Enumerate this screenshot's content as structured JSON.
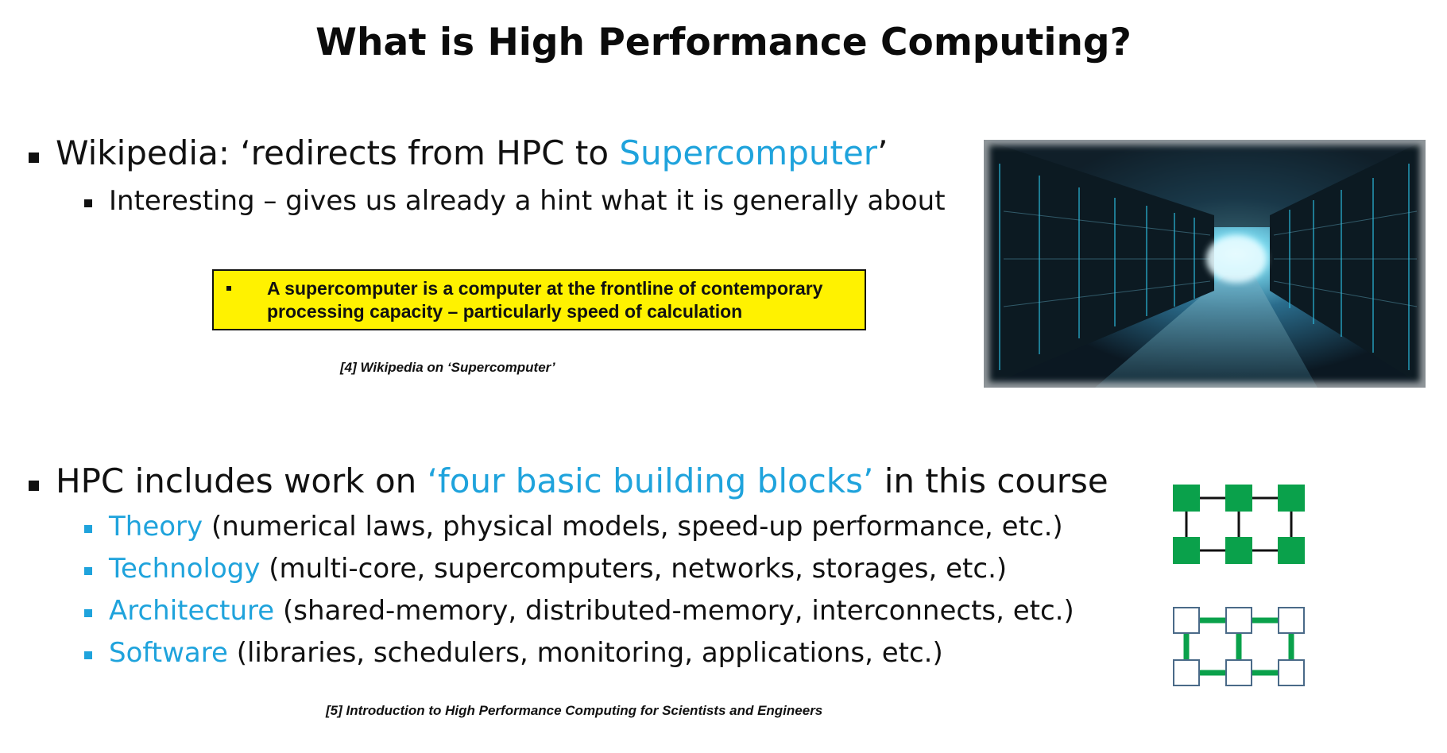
{
  "slide": {
    "title": "What is High Performance Computing?"
  },
  "bullet1": {
    "prefix": "Wikipedia: ‘redirects from HPC to ",
    "highlight": "Supercomputer",
    "suffix": "’",
    "sub": "Interesting – gives us already a hint what it is generally about"
  },
  "quote": {
    "text": "A supercomputer is a computer at the frontline of contemporary processing capacity – particularly speed of calculation",
    "citation": "[4] Wikipedia on ‘Supercomputer’",
    "bg_color": "#fff200"
  },
  "bullet2": {
    "prefix": "HPC includes work on ",
    "highlight": "‘four basic building blocks’",
    "suffix": " in this course",
    "items": [
      {
        "term": "Theory",
        "desc": " (numerical laws, physical models, speed-up performance, etc.)"
      },
      {
        "term": "Technology",
        "desc": " (multi-core, supercomputers, networks, storages, etc.)"
      },
      {
        "term": "Architecture",
        "desc": " (shared-memory, distributed-memory, interconnects, etc.)"
      },
      {
        "term": "Software",
        "desc": " (libraries, schedulers, monitoring, applications, etc.)"
      }
    ],
    "citation": "[5] Introduction to High Performance Computing for Scientists and Engineers"
  },
  "colors": {
    "accent": "#1fa3dc",
    "network_green": "#0aa14b",
    "text": "#111111"
  },
  "icons": [
    "server-room-photo",
    "shared-memory-network-icon",
    "distributed-network-icon"
  ]
}
